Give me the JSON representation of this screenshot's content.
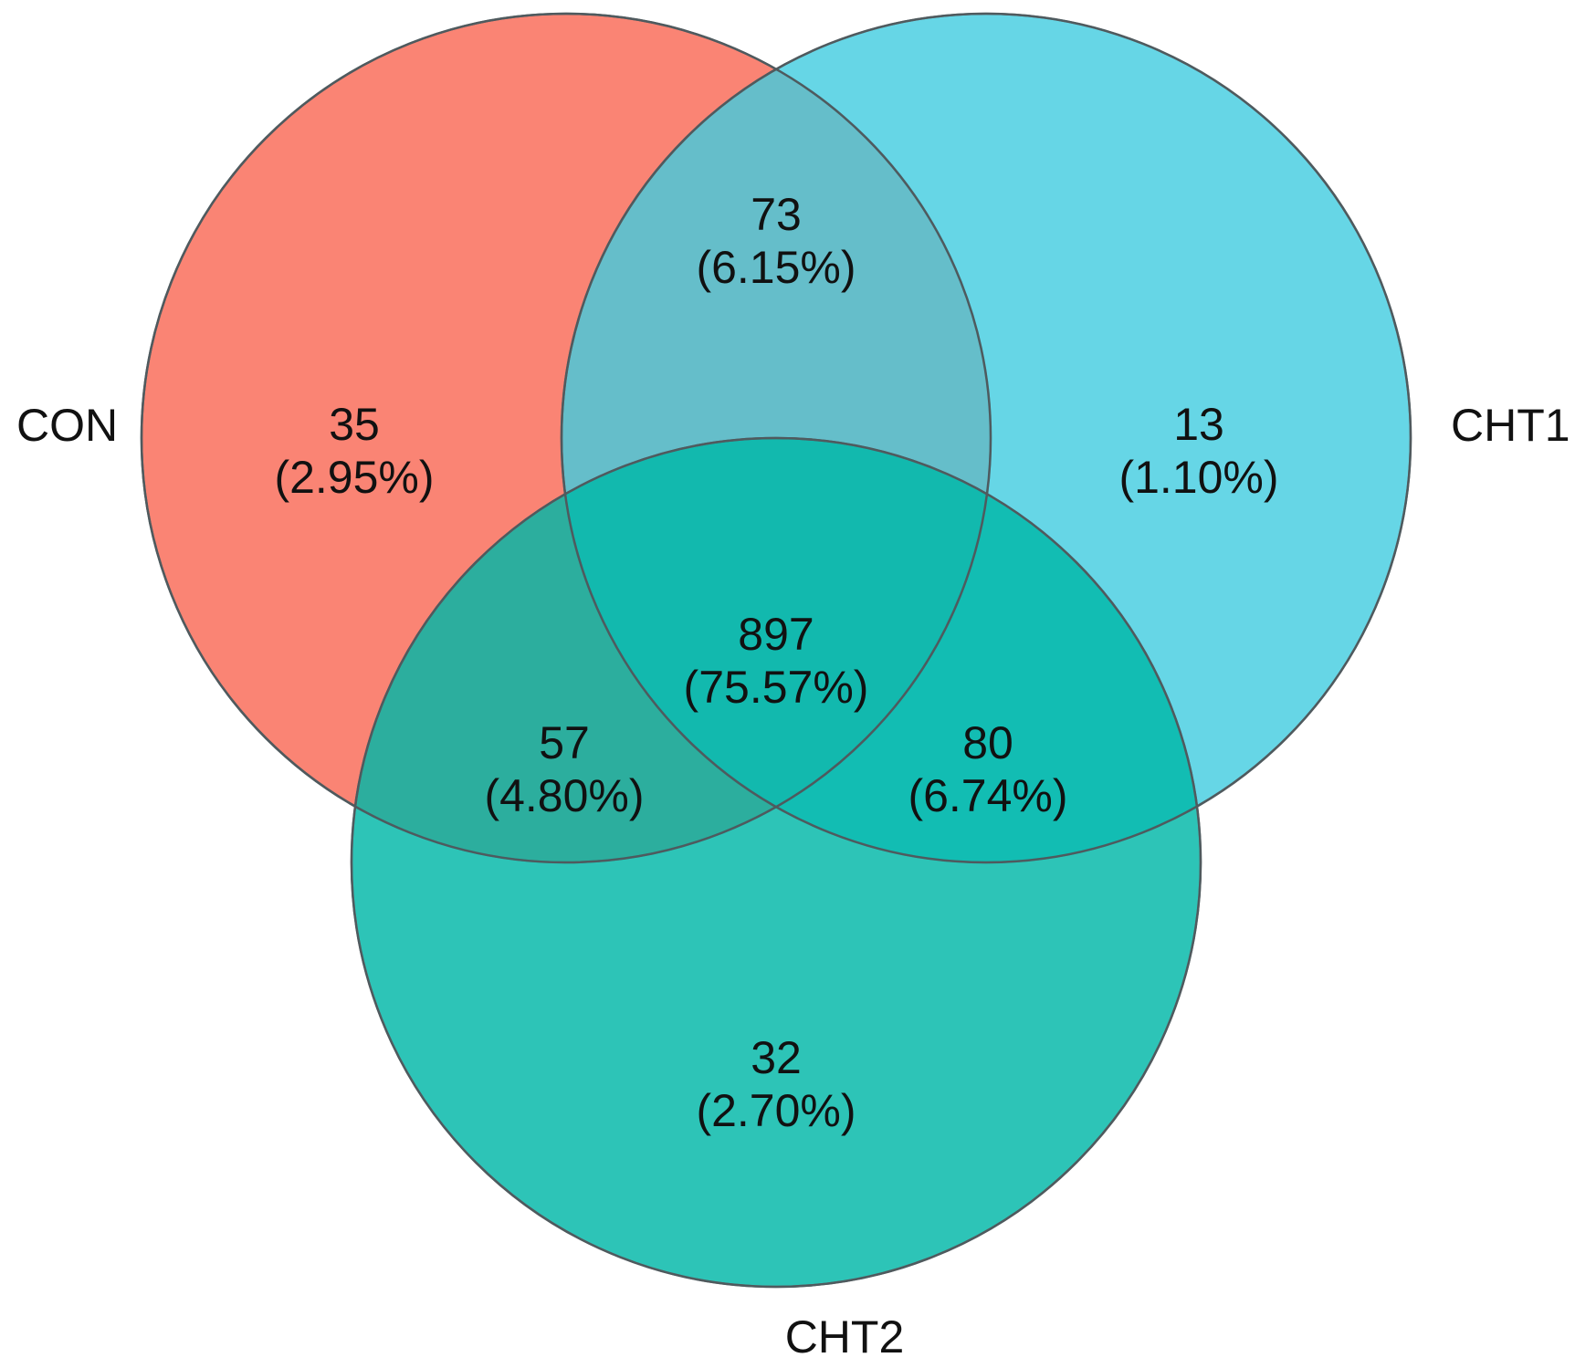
{
  "sets": [
    {
      "id": "con",
      "label": "CON",
      "color": "#FA7F6F"
    },
    {
      "id": "cht1",
      "label": "CHT1",
      "color": "#41CDE0"
    },
    {
      "id": "cht2",
      "label": "CHT2",
      "color": "#00B8A8"
    }
  ],
  "colors": {
    "outline": "#4F5A5E",
    "text": "#111111"
  },
  "regions": {
    "con_only": {
      "count": "35",
      "percent": "(2.95%)"
    },
    "cht1_only": {
      "count": "13",
      "percent": "(1.10%)"
    },
    "cht2_only": {
      "count": "32",
      "percent": "(2.70%)"
    },
    "con_cht1": {
      "count": "73",
      "percent": "(6.15%)"
    },
    "con_cht2": {
      "count": "57",
      "percent": "(4.80%)"
    },
    "cht1_cht2": {
      "count": "80",
      "percent": "(6.74%)"
    },
    "all_three": {
      "count": "897",
      "percent": "(75.57%)"
    }
  }
}
